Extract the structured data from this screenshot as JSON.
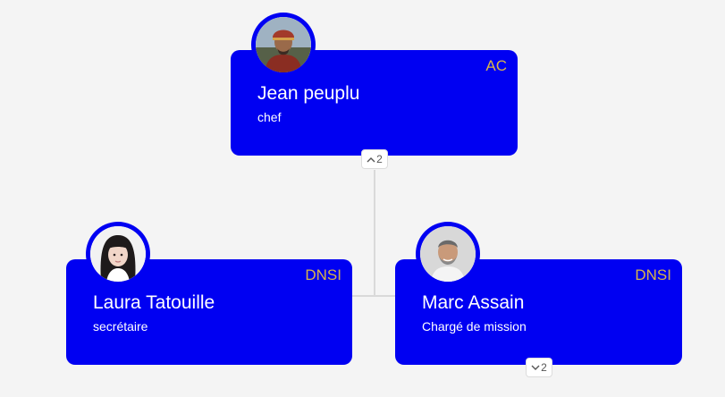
{
  "nodes": {
    "root": {
      "name": "Jean peuplu",
      "role": "chef",
      "badge": "AC"
    },
    "left": {
      "name": "Laura Tatouille",
      "role": "secrétaire",
      "badge": "DNSI"
    },
    "right": {
      "name": "Marc Assain",
      "role": "Chargé de mission",
      "badge": "DNSI"
    }
  },
  "toggles": {
    "root": {
      "count": "2",
      "icon": "chevron-up-icon"
    },
    "right": {
      "count": "2",
      "icon": "chevron-down-icon"
    }
  },
  "colors": {
    "card": "#0000f2",
    "badge": "#d9b44a",
    "background": "#f4f4f4",
    "connector": "#d9d9d9"
  }
}
